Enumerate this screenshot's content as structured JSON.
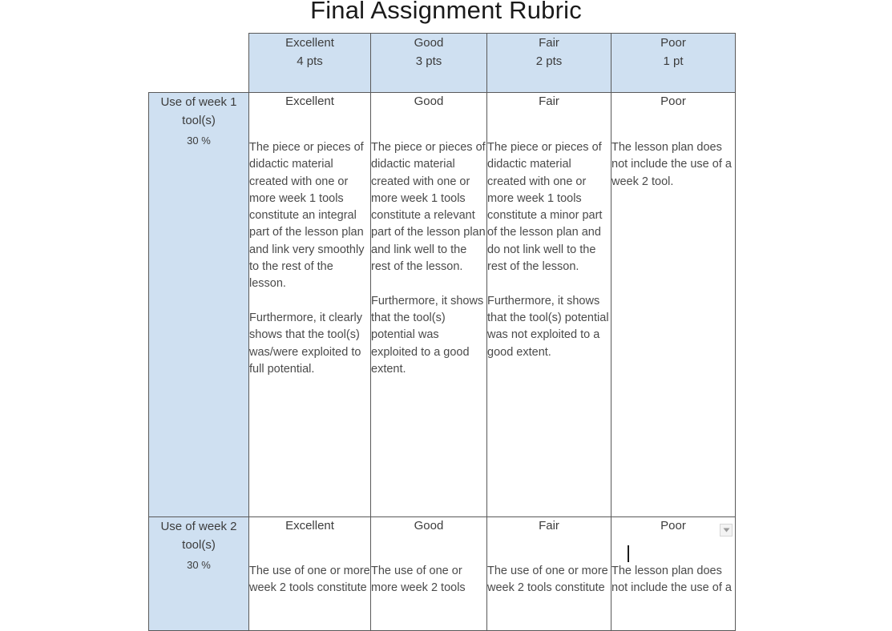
{
  "document": {
    "title": "Final Assignment Rubric"
  },
  "table": {
    "header": {
      "blank_corner": "",
      "levels": [
        {
          "name": "Excellent",
          "points": "4 pts"
        },
        {
          "name": "Good",
          "points": "3 pts"
        },
        {
          "name": "Fair",
          "points": "2 pts"
        },
        {
          "name": "Poor",
          "points": "1 pt"
        }
      ]
    },
    "rows": [
      {
        "criterion": {
          "title": "Use of week\n1 tool(s)",
          "weight": "30 %"
        },
        "cells": [
          {
            "label": "Excellent",
            "description": "The piece or pieces of didactic material created with one or more week 1 tools constitute an integral part of the lesson plan and link very smoothly to the rest of the lesson.\n\nFurthermore, it clearly shows that the tool(s) was/were exploited to full potential."
          },
          {
            "label": "Good",
            "description": "The piece or pieces of didactic material created with one or more week 1 tools constitute a relevant part of the lesson plan and link well to the rest of the lesson.\n\nFurthermore, it shows that the tool(s) potential was exploited to a good extent."
          },
          {
            "label": "Fair",
            "description": "The piece or pieces of didactic material created with one or more week 1 tools constitute a minor part of the lesson plan and do not link well to the rest of the lesson.\n\nFurthermore, it shows that the tool(s) potential was not exploited to a good extent."
          },
          {
            "label": "Poor",
            "description": "The lesson plan does not include the use of a week 2 tool."
          }
        ]
      },
      {
        "criterion": {
          "title": "Use of week\n2 tool(s)",
          "weight": "30 %"
        },
        "cells": [
          {
            "label": "Excellent",
            "description": "The use of one or more week 2 tools constitute"
          },
          {
            "label": "Good",
            "description": "The use of one or more week 2 tools"
          },
          {
            "label": "Fair",
            "description": "The use of one or more week 2 tools constitute"
          },
          {
            "label": "Poor",
            "description": "The lesson plan does not include the use of a"
          }
        ]
      }
    ]
  },
  "overlays": {
    "caret": "|",
    "dropdown_icon": "chevron-down-icon"
  },
  "colors": {
    "header_fill": "#cfe0f1",
    "criterion_fill": "#cfe0f1",
    "cell_fill": "#ffffff",
    "border": "#595959",
    "text": "#3c3c3c",
    "title_text": "#1a1a1a"
  }
}
